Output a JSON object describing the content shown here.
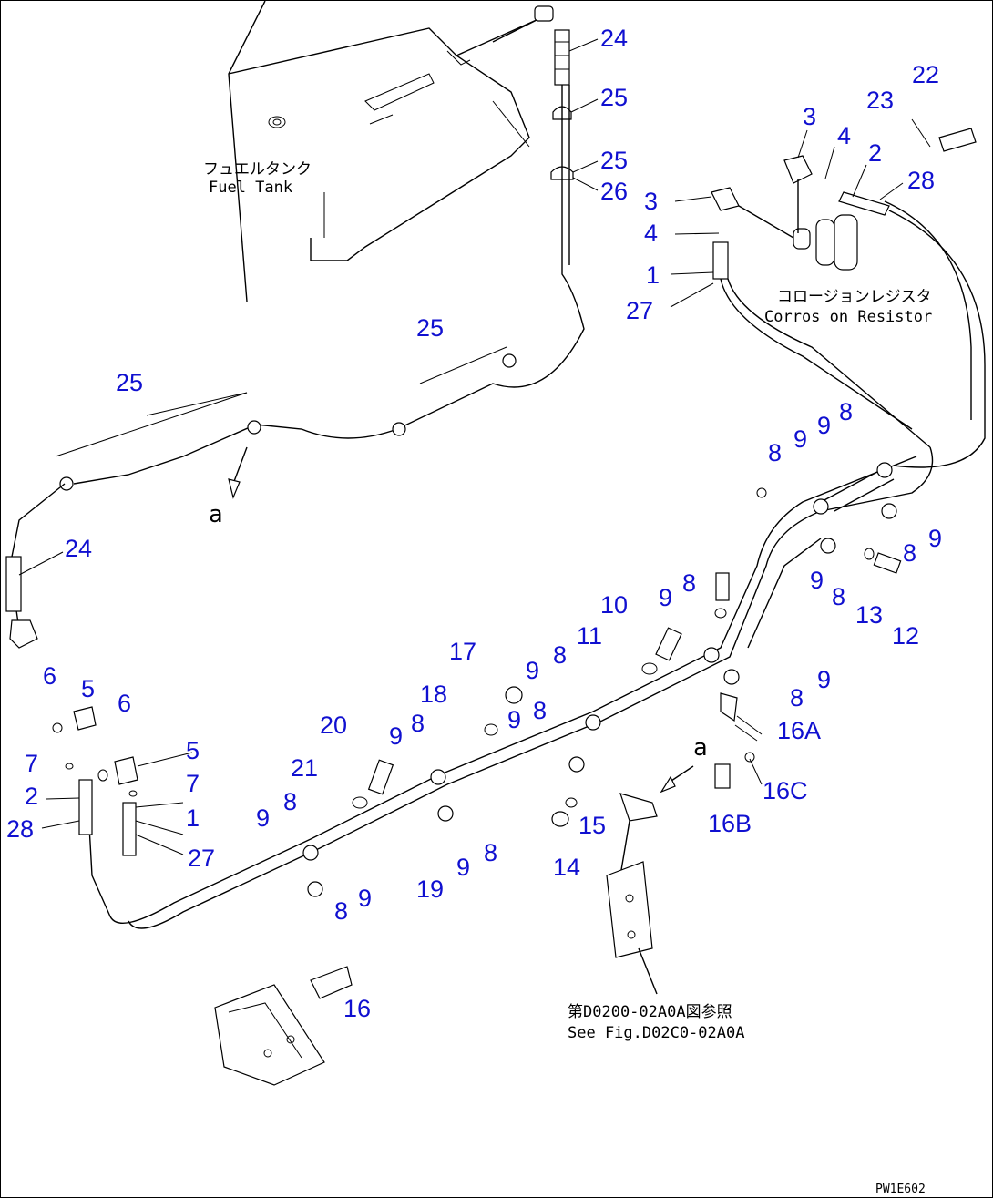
{
  "labels": {
    "fuel_tank_jp": "フュエルタンク",
    "fuel_tank_en": "Fuel Tank",
    "corrosion_resistor_jp": "コロージョンレジスタ",
    "corrosion_resistor_en": "Corros on Resistor",
    "see_fig_jp": "第D0200-02A0A図参照",
    "see_fig_en": "See Fig.D02C0-02A0A",
    "ref_a_left": "a",
    "ref_a_right": "a",
    "drawing_code": "PW1E602"
  },
  "callouts": [
    "24",
    "25",
    "25",
    "26",
    "3",
    "4",
    "23",
    "22",
    "2",
    "28",
    "3",
    "4",
    "1",
    "27",
    "25",
    "25",
    "24",
    "9",
    "8",
    "8",
    "9",
    "8",
    "9",
    "8",
    "9",
    "13",
    "12",
    "10",
    "9",
    "8",
    "11",
    "17",
    "9",
    "8",
    "18",
    "9",
    "8",
    "9",
    "8",
    "16A",
    "16C",
    "16B",
    "20",
    "9",
    "8",
    "21",
    "8",
    "9",
    "9",
    "8",
    "19",
    "9",
    "8",
    "15",
    "14",
    "16",
    "6",
    "5",
    "6",
    "5",
    "7",
    "7",
    "2",
    "28",
    "1",
    "27"
  ]
}
